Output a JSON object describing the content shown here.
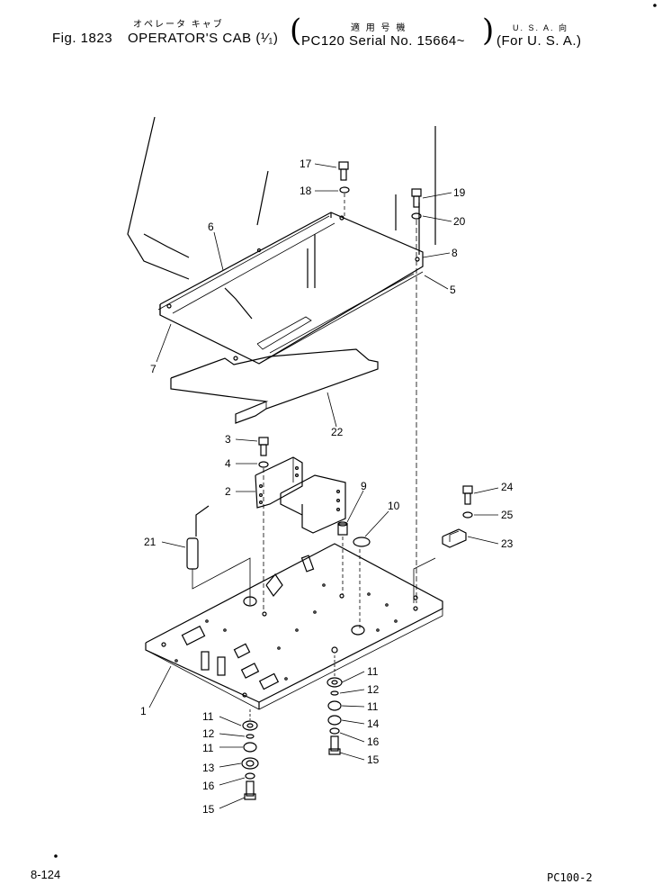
{
  "header": {
    "fig_label": "Fig. 1823",
    "title_jp": "オペレータ キャブ",
    "title": "OPERATOR'S CAB (¹⁄₁)",
    "serial_jp": "適 用 号 機",
    "serial": "PC120 Serial No. 15664~",
    "market_jp": "U. S. A. 向",
    "market": "(For U. S. A.)"
  },
  "footer": {
    "page_number": "8-124",
    "model_code": "PC100-2"
  },
  "callouts": {
    "c1": "1",
    "c2": "2",
    "c3": "3",
    "c4": "4",
    "c5": "5",
    "c6": "6",
    "c7": "7",
    "c8": "8",
    "c9": "9",
    "c10": "10",
    "c11a": "11",
    "c11b": "11",
    "c11c": "11",
    "c11d": "11",
    "c12a": "12",
    "c12b": "12",
    "c13": "13",
    "c14": "14",
    "c15a": "15",
    "c15b": "15",
    "c16a": "16",
    "c16b": "16",
    "c17": "17",
    "c18": "18",
    "c19": "19",
    "c20": "20",
    "c21": "21",
    "c22": "22",
    "c23": "23",
    "c24": "24",
    "c25": "25"
  }
}
